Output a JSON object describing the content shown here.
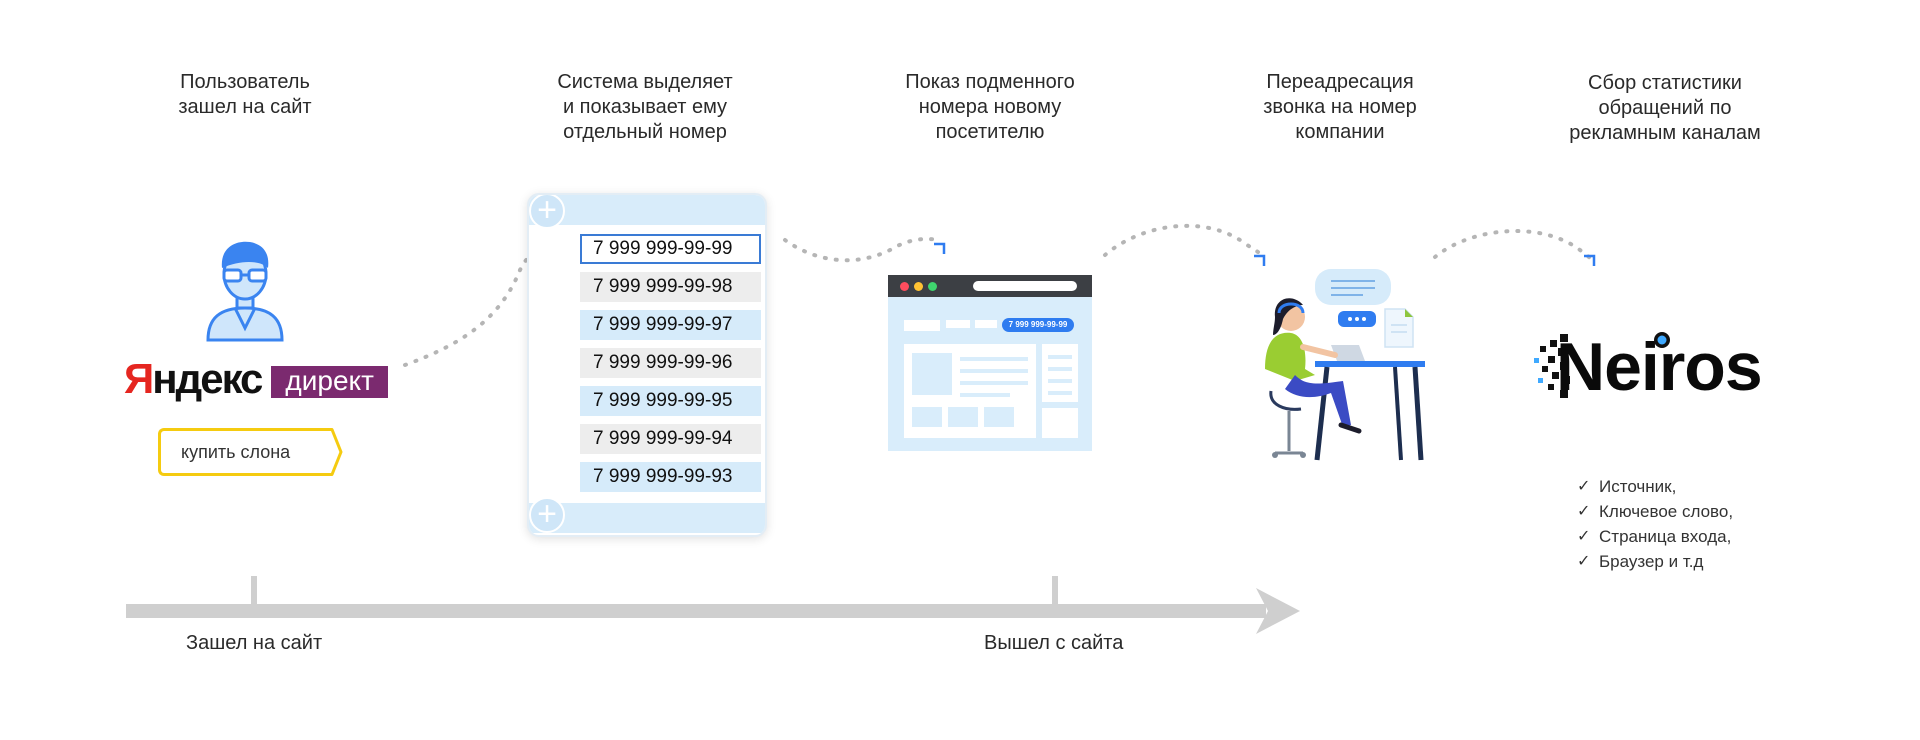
{
  "steps": [
    {
      "lines": [
        "Пользователь",
        "зашел на сайт"
      ]
    },
    {
      "lines": [
        "Система выделяет",
        "и показывает ему",
        "отдельный номер"
      ]
    },
    {
      "lines": [
        "Показ подменного",
        "номера новому",
        "посетителю"
      ]
    },
    {
      "lines": [
        "Переадресация",
        "звонка на номер",
        "компании"
      ]
    },
    {
      "lines": [
        "Сбор статистики",
        "обращений по",
        "рекламным каналам"
      ]
    }
  ],
  "yandex": {
    "logo_text": "Яндекс",
    "direct_label": "директ",
    "query": "купить слона"
  },
  "numbers": [
    "7 999 999-99-99",
    "7 999 999-99-98",
    "7 999 999-99-97",
    "7 999 999-99-96",
    "7 999 999-99-95",
    "7 999 999-99-94",
    "7 999 999-99-93"
  ],
  "browser": {
    "badge_number": "7 999 999-99-99"
  },
  "neiros": {
    "logo_text": "Neiros"
  },
  "checklist": [
    "Источник,",
    "Ключевое слово,",
    "Страница входа,",
    "Браузер и т.д"
  ],
  "timeline": {
    "enter_label": "Зашел на сайт",
    "exit_label": "Вышел с сайта"
  },
  "colors": {
    "accent_blue": "#3a7bd5",
    "light_blue": "#d6ebfa",
    "yandex_red": "#e52620",
    "direct_purple": "#7b2a6f",
    "query_yellow": "#f5cb10",
    "timeline_grey": "#cfcfcf"
  }
}
